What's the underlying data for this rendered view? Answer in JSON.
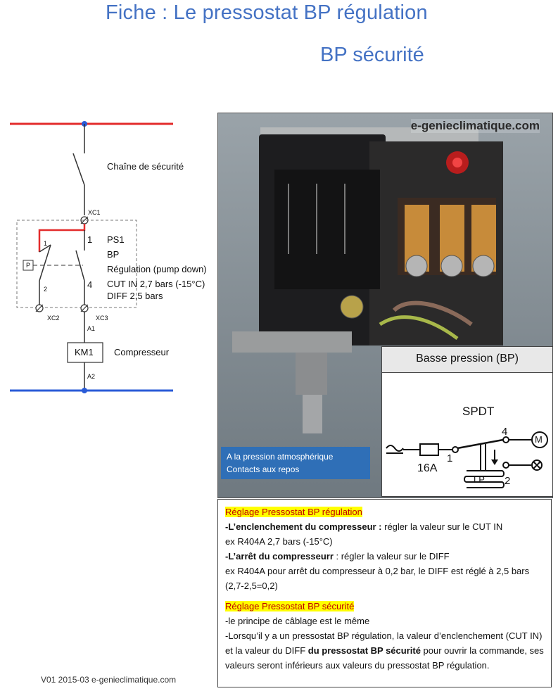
{
  "title": {
    "line1": "Fiche : Le pressostat BP régulation",
    "line2": "BP sécurité"
  },
  "schema": {
    "chaine_label": "Chaîne de sécurité",
    "xc1": "XC1",
    "ps1": "PS1",
    "bp": "BP",
    "regulation": "Régulation (pump down)",
    "cut_in": "CUT IN 2,7 bars (-15°C)",
    "diff": "DIFF 2,5 bars",
    "pin1": "1",
    "pin4": "4",
    "pin1_left": "1",
    "pin2_left": "2",
    "p_box": "P",
    "xc2": "XC2",
    "xc3": "XC3",
    "a1": "A1",
    "a2": "A2",
    "km1": "KM1",
    "compresseur": "Compresseur",
    "colors": {
      "phase": "#e32b2b",
      "neutral": "#2a5bd7"
    }
  },
  "photo": {
    "watermark": "e-genieclimatique.com",
    "atmo_line1": "A la pression atmosphérique",
    "atmo_line2": "Contacts aux repos",
    "bp_title": "Basse pression (BP)",
    "spdt": "SPDT",
    "fuse": "16A",
    "term1": "1",
    "term2": "2",
    "term4": "4",
    "motor": "M",
    "lp": "LP"
  },
  "text": {
    "h1": "Réglage Pressostat BP régulation",
    "p1_bold": "-L’enclenchement du compresseur :",
    "p1_rest": " régler la valeur sur le CUT IN",
    "p2": "ex R404A  2,7 bars (-15°C)",
    "p3_bold": "-L’arrêt du compresseurr",
    "p3_rest": " : régler la valeur sur le DIFF",
    "p4": "ex R404A pour arrêt du compresseur à 0,2 bar, le DIFF est réglé à 2,5 bars (2,7-2,5=0,2)",
    "h2": "Réglage Pressostat BP sécurité",
    "p5": "-le principe de câblage est le même",
    "p6_a": "-Lorsqu’il y a un pressostat BP régulation, la valeur d’enclenchement (CUT IN) et la valeur du DIFF ",
    "p6_bold": "du pressostat BP sécurité",
    "p6_b": " pour ouvrir la commande, ses valeurs seront inférieurs aux valeurs du pressostat BP régulation."
  },
  "footer": "V01 2015-03 e-genieclimatique.com"
}
